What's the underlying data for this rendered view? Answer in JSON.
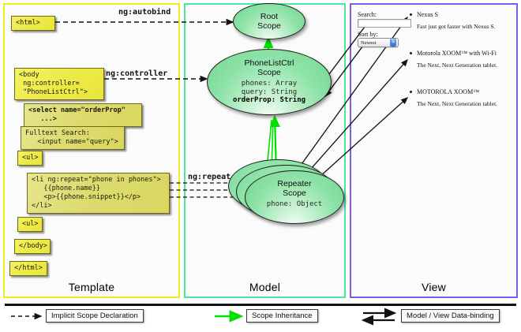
{
  "panels": {
    "template": {
      "label": "Template",
      "border_color": "#f2eb1c"
    },
    "model": {
      "label": "Model",
      "border_color": "#4ae6a4"
    },
    "view": {
      "label": "View",
      "border_color": "#7a5de8"
    }
  },
  "template": {
    "boxes": [
      {
        "name": "html-open-box",
        "text": "<html>"
      },
      {
        "name": "body-open-box",
        "text": "<body\n ng:controller=\n \"PhoneListCtrl\">"
      },
      {
        "name": "select-box",
        "text": "<select name=\"orderProp\"\n   ...>"
      },
      {
        "name": "fulltext-search-box",
        "text": "Fulltext Search:\n   <input name=\"query\">"
      },
      {
        "name": "ul-open-box",
        "text": "<ul>"
      },
      {
        "name": "li-repeat-box",
        "text": "<li ng:repeat=\"phone in phones\">\n   {{phone.name}}\n   <p>{{phone.snippet}}</p>\n</li>"
      },
      {
        "name": "ul-close-box",
        "text": "<ul>"
      },
      {
        "name": "body-close-box",
        "text": "</body>"
      },
      {
        "name": "html-close-box",
        "text": "</html>"
      }
    ]
  },
  "directives": {
    "autobind": "ng:autobind",
    "controller": "ng:controller",
    "repeat": "ng:repeat"
  },
  "model": {
    "scopes": [
      {
        "name": "root-scope",
        "title_line1": "Root",
        "title_line2": "Scope",
        "props": []
      },
      {
        "name": "phonelistctrl-scope",
        "title_line1": "PhoneListCtrl",
        "title_line2": "Scope",
        "props": [
          {
            "text": "phones: Array",
            "bold": false
          },
          {
            "text": "query: String",
            "bold": false
          },
          {
            "text": "orderProp: String",
            "bold": true
          }
        ]
      },
      {
        "name": "repeater-scope",
        "title_line1": "Repeater",
        "title_line2": "Scope",
        "props": [
          {
            "text": "phone: Object",
            "bold": false
          }
        ]
      }
    ]
  },
  "view": {
    "search_label": "Search:",
    "search_value": "",
    "sort_label": "Sort by:",
    "sort_selected": "Newest",
    "sort_arrow_icon": "chevron-updown-icon",
    "phones": [
      {
        "name": "Nexus S",
        "snippet": "Fast just got faster with Nexus S."
      },
      {
        "name": "Motorola XOOM™ with Wi-Fi",
        "snippet": "The Next, Next Generation tablet."
      },
      {
        "name": "MOTOROLA XOOM™",
        "snippet": "The Next, Next Generation tablet."
      }
    ]
  },
  "legend": {
    "items": [
      {
        "name": "legend-implicit-scope",
        "label": "Implicit Scope Declaration",
        "marker": "dashed-arrow",
        "color": "#111111"
      },
      {
        "name": "legend-scope-inheritance",
        "label": "Scope Inheritance",
        "marker": "solid-arrow",
        "color": "#00e000"
      },
      {
        "name": "legend-data-binding",
        "label": "Model / View Data-binding",
        "marker": "double-arrow",
        "color": "#111111"
      }
    ]
  }
}
